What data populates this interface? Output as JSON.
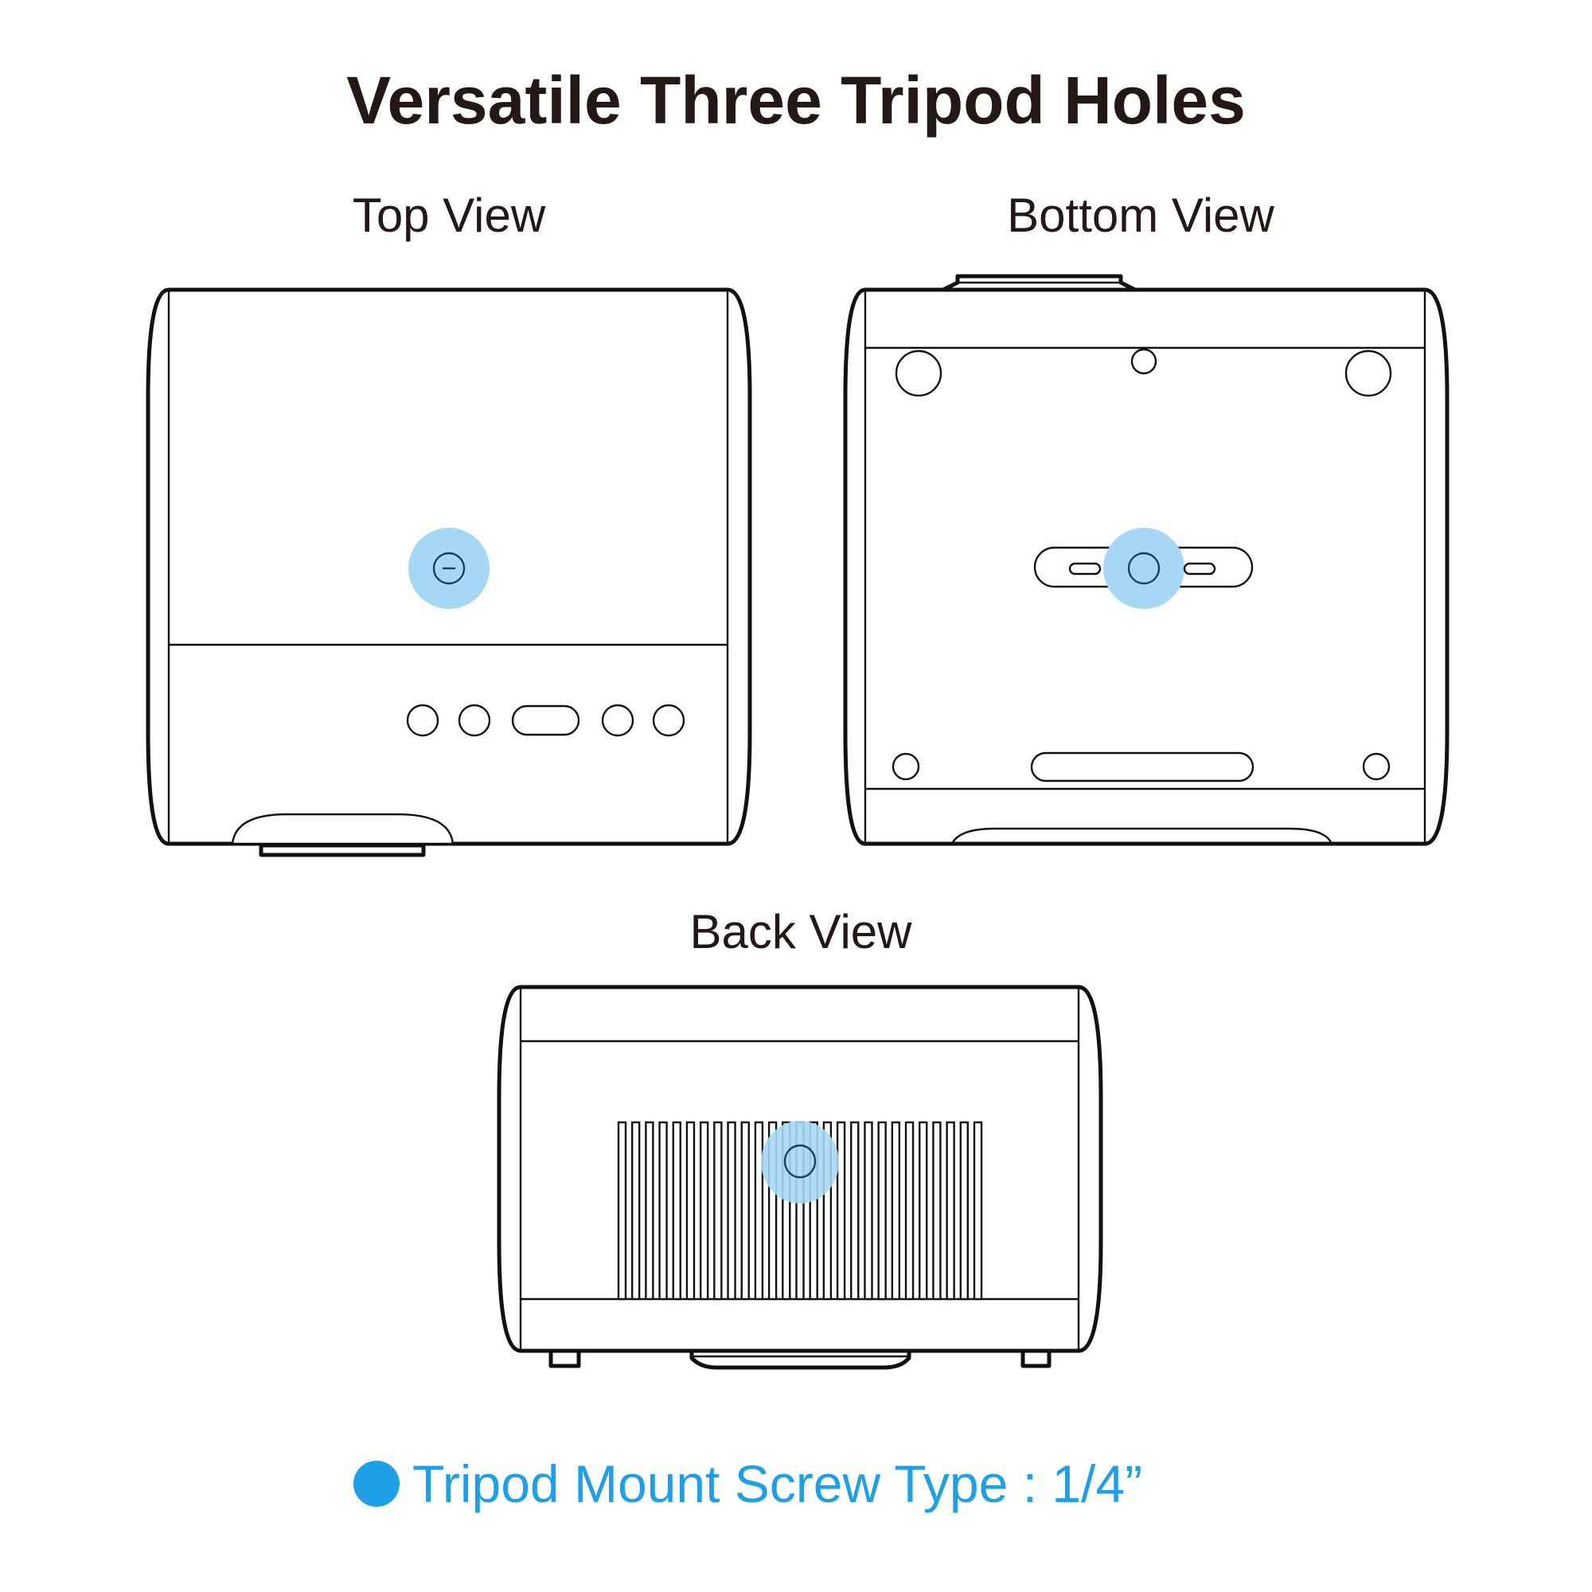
{
  "title": "Versatile Three Tripod Holes",
  "views": {
    "top": "Top View",
    "bottom": "Bottom View",
    "back": "Back View"
  },
  "footer": {
    "text": "Tripod Mount Screw Type : 1/4”",
    "accent_color": "#1e9fe6"
  },
  "highlight_color": "#a6d7f4"
}
